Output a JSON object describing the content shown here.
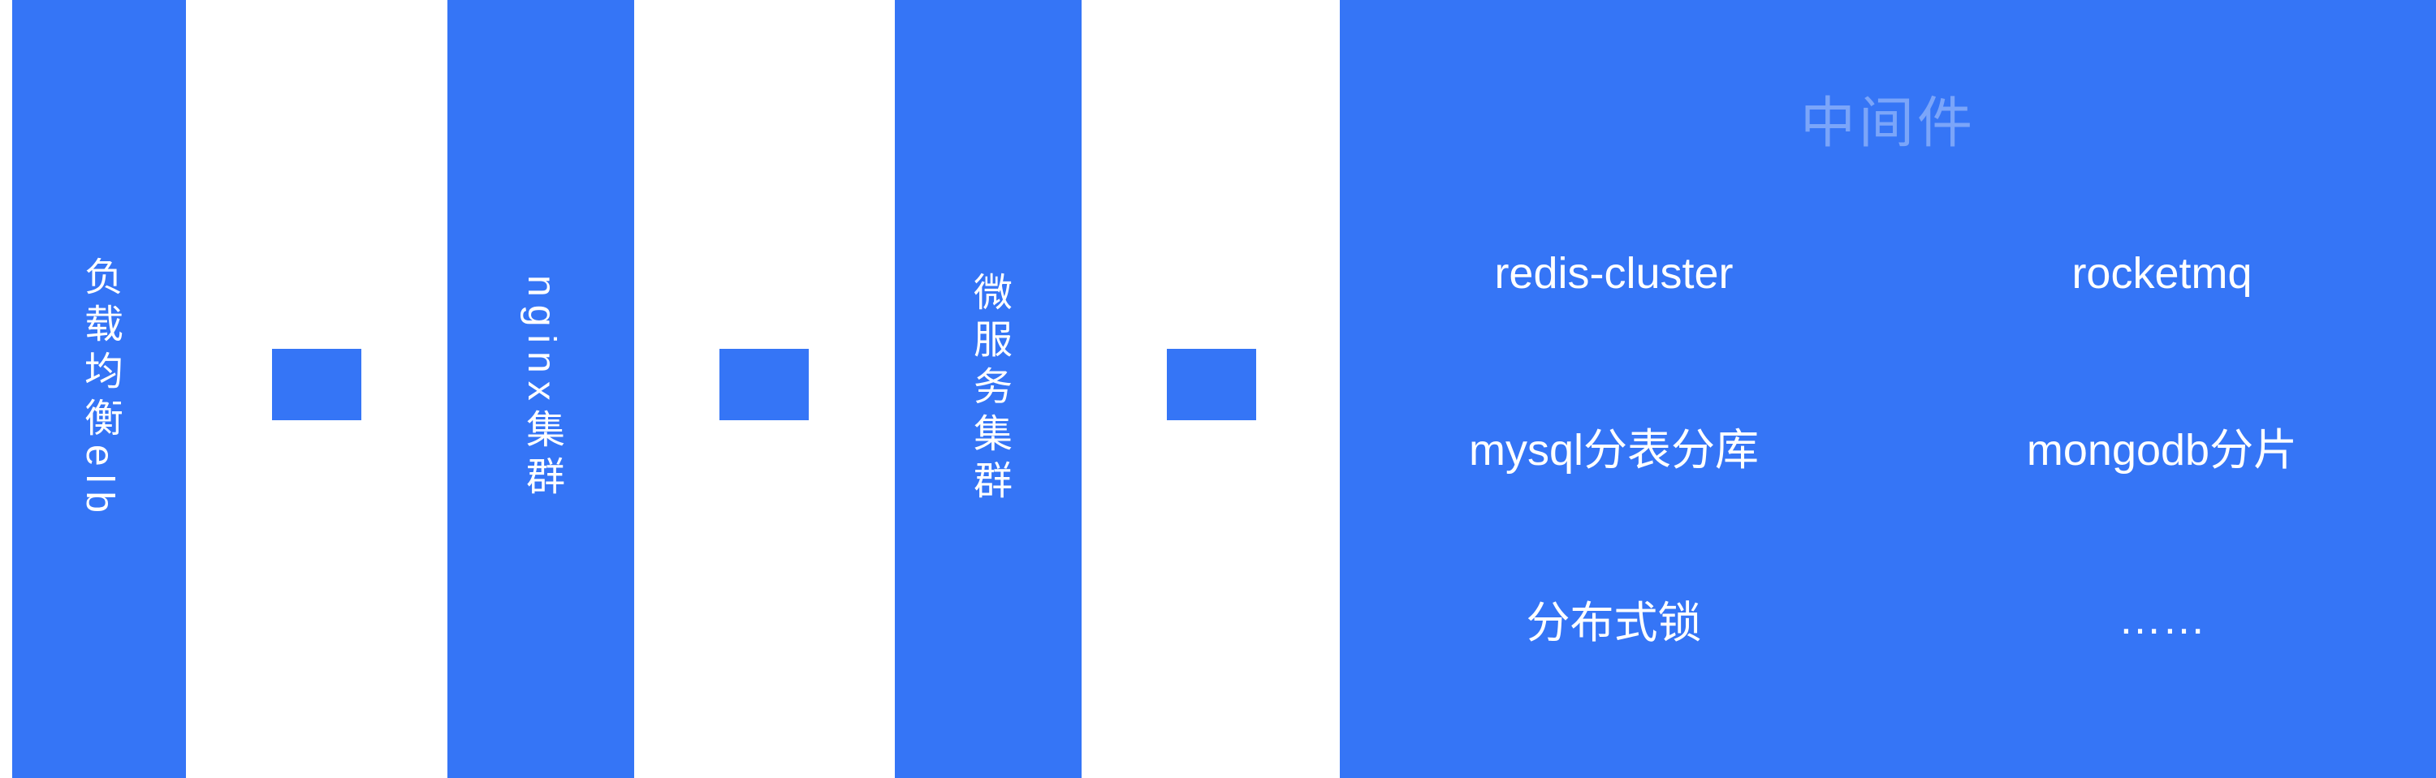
{
  "diagram": {
    "accent_color": "#3575f6",
    "nodes": [
      {
        "id": "load-balancer",
        "label": "负载均衡elb"
      },
      {
        "id": "nginx-cluster",
        "label": "nginx集群"
      },
      {
        "id": "microservice-cluster",
        "label": "微服务集群"
      }
    ],
    "middleware_panel": {
      "title": "中间件",
      "items": [
        "redis-cluster",
        "rocketmq",
        "mysql分表分库",
        "mongodb分片",
        "分布式锁",
        "……"
      ]
    }
  }
}
